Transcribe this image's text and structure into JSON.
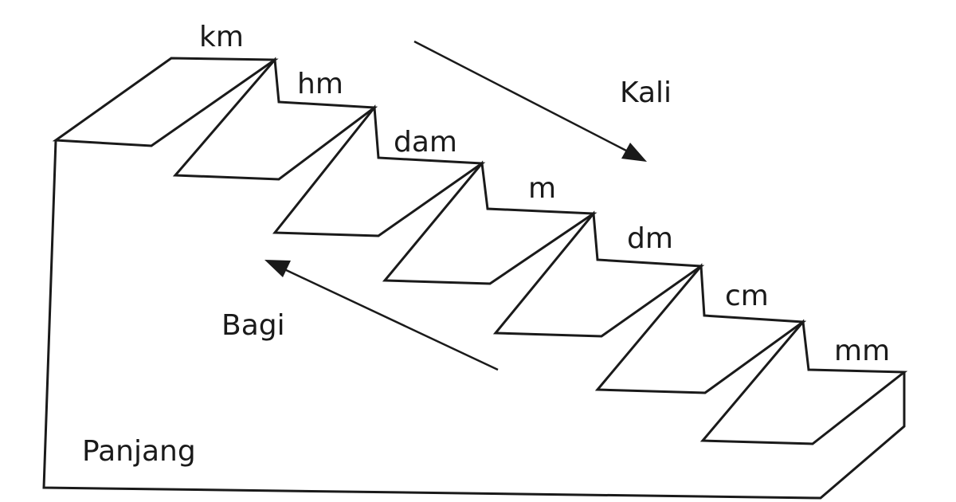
{
  "diagram": {
    "title": "Panjang",
    "units": [
      "km",
      "hm",
      "dam",
      "m",
      "dm",
      "cm",
      "mm"
    ],
    "down_label": "Kali",
    "up_label": "Bagi"
  },
  "colors": {
    "line": "#1a1a1a",
    "background": "#ffffff"
  }
}
